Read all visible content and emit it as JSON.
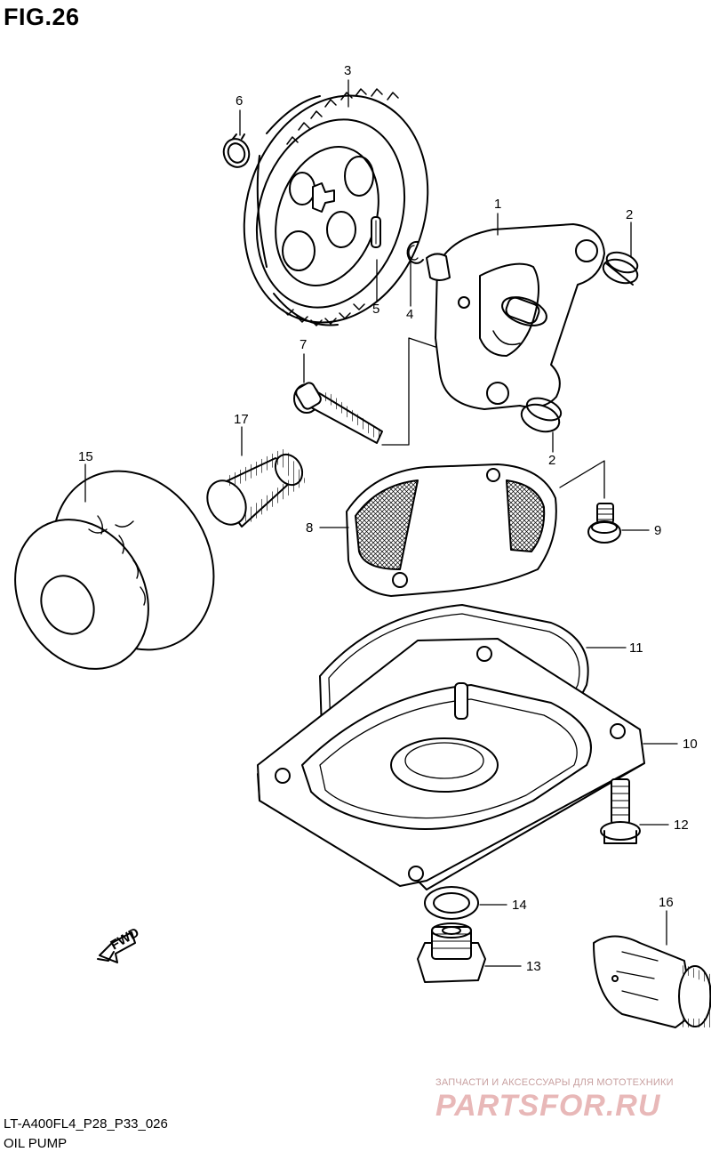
{
  "figure": {
    "title": "FIG.26",
    "model_code": "LT-A400FL4_P28_P33_026",
    "caption": "OIL PUMP"
  },
  "fwd_label": "FWD",
  "callouts": {
    "c1": "1",
    "c2a": "2",
    "c2b": "2",
    "c3": "3",
    "c4": "4",
    "c5": "5",
    "c6": "6",
    "c7": "7",
    "c8": "8",
    "c9": "9",
    "c10": "10",
    "c11": "11",
    "c12": "12",
    "c13": "13",
    "c14": "14",
    "c15": "15",
    "c16": "16",
    "c17": "17"
  },
  "watermark": {
    "tagline": "ЗАПЧАСТИ И АКСЕССУАРЫ ДЛЯ МОТОТЕХНИКИ",
    "logo": "PARTSFOR.RU"
  }
}
